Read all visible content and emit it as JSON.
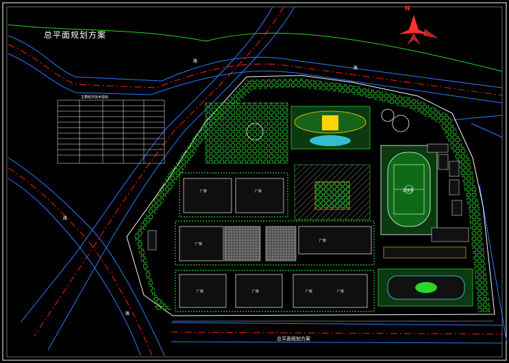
{
  "header": {
    "title": "总平面规划方案",
    "plan_label": "总平面规划方案"
  },
  "north_arrow": {
    "label": "N",
    "color": "#ff3030"
  },
  "table": {
    "title": "主要经济技术指标",
    "rows": [
      [
        "",
        "",
        "",
        "",
        ""
      ],
      [
        "",
        "",
        "",
        "",
        ""
      ],
      [
        "",
        "",
        "",
        "",
        ""
      ],
      [
        "",
        "",
        "",
        "",
        ""
      ],
      [
        "",
        "",
        "",
        "",
        ""
      ],
      [
        "",
        "",
        "",
        "",
        ""
      ],
      [
        "",
        "",
        "",
        "",
        ""
      ],
      [
        "",
        "",
        "",
        "",
        ""
      ],
      [
        "",
        "",
        "",
        "",
        ""
      ],
      [
        "",
        "",
        "",
        "",
        ""
      ],
      [
        "",
        "",
        "",
        "",
        ""
      ]
    ]
  },
  "buildings": [
    "厂房",
    "厂房",
    "厂房",
    "厂房",
    "厂房",
    "厂房",
    "厂房",
    "厂房"
  ],
  "labels": {
    "road_a": "路",
    "road_b": "路",
    "road_c": "路",
    "road_d": "路",
    "field": "足球场"
  },
  "colors": {
    "background": "#000000",
    "road_outline": "#2f7dff",
    "road_centerline": "#ff2020",
    "greenery": "#29d62a",
    "site_outline": "#ffffff",
    "building_fill": "#111111",
    "building_outline": "#d8d8d8",
    "accent_yellow": "#ffd400",
    "accent_cyan": "#3fe0ff"
  }
}
